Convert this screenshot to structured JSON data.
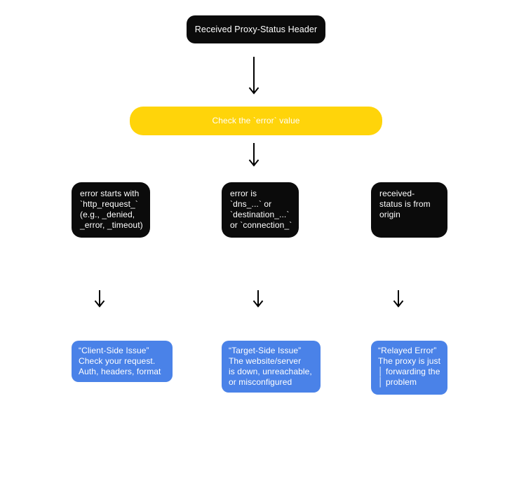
{
  "colors": {
    "canvas_bg": "#ffffff",
    "node_dark": "#0b0b0b",
    "node_yellow": "#ffd40a",
    "node_blue": "#4a82e8",
    "text_light": "#ffffff",
    "arrow": "#000000"
  },
  "flowchart": {
    "title": "Proxy-Status header error triage flowchart",
    "start": {
      "label": "Received Proxy-Status Header"
    },
    "check": {
      "label": "Check the `error` value"
    },
    "branches": [
      {
        "condition": "error starts with\n`http_request_`\n(e.g., _denied,\n_error, _timeout)",
        "outcome": "“Client-Side Issue”\nCheck your request.\nAuth, headers, format"
      },
      {
        "condition": "error is\n`dns_...` or\n`destination_...`\nor `connection_`",
        "outcome": "“Target-Side Issue”\nThe website/server\nis down, unreachable,\nor misconfigured"
      },
      {
        "condition": "received-\nstatus is from\norigin",
        "outcome": "“Relayed Error”\nThe proxy is just\n│ forwarding the\n│ problem"
      }
    ]
  }
}
